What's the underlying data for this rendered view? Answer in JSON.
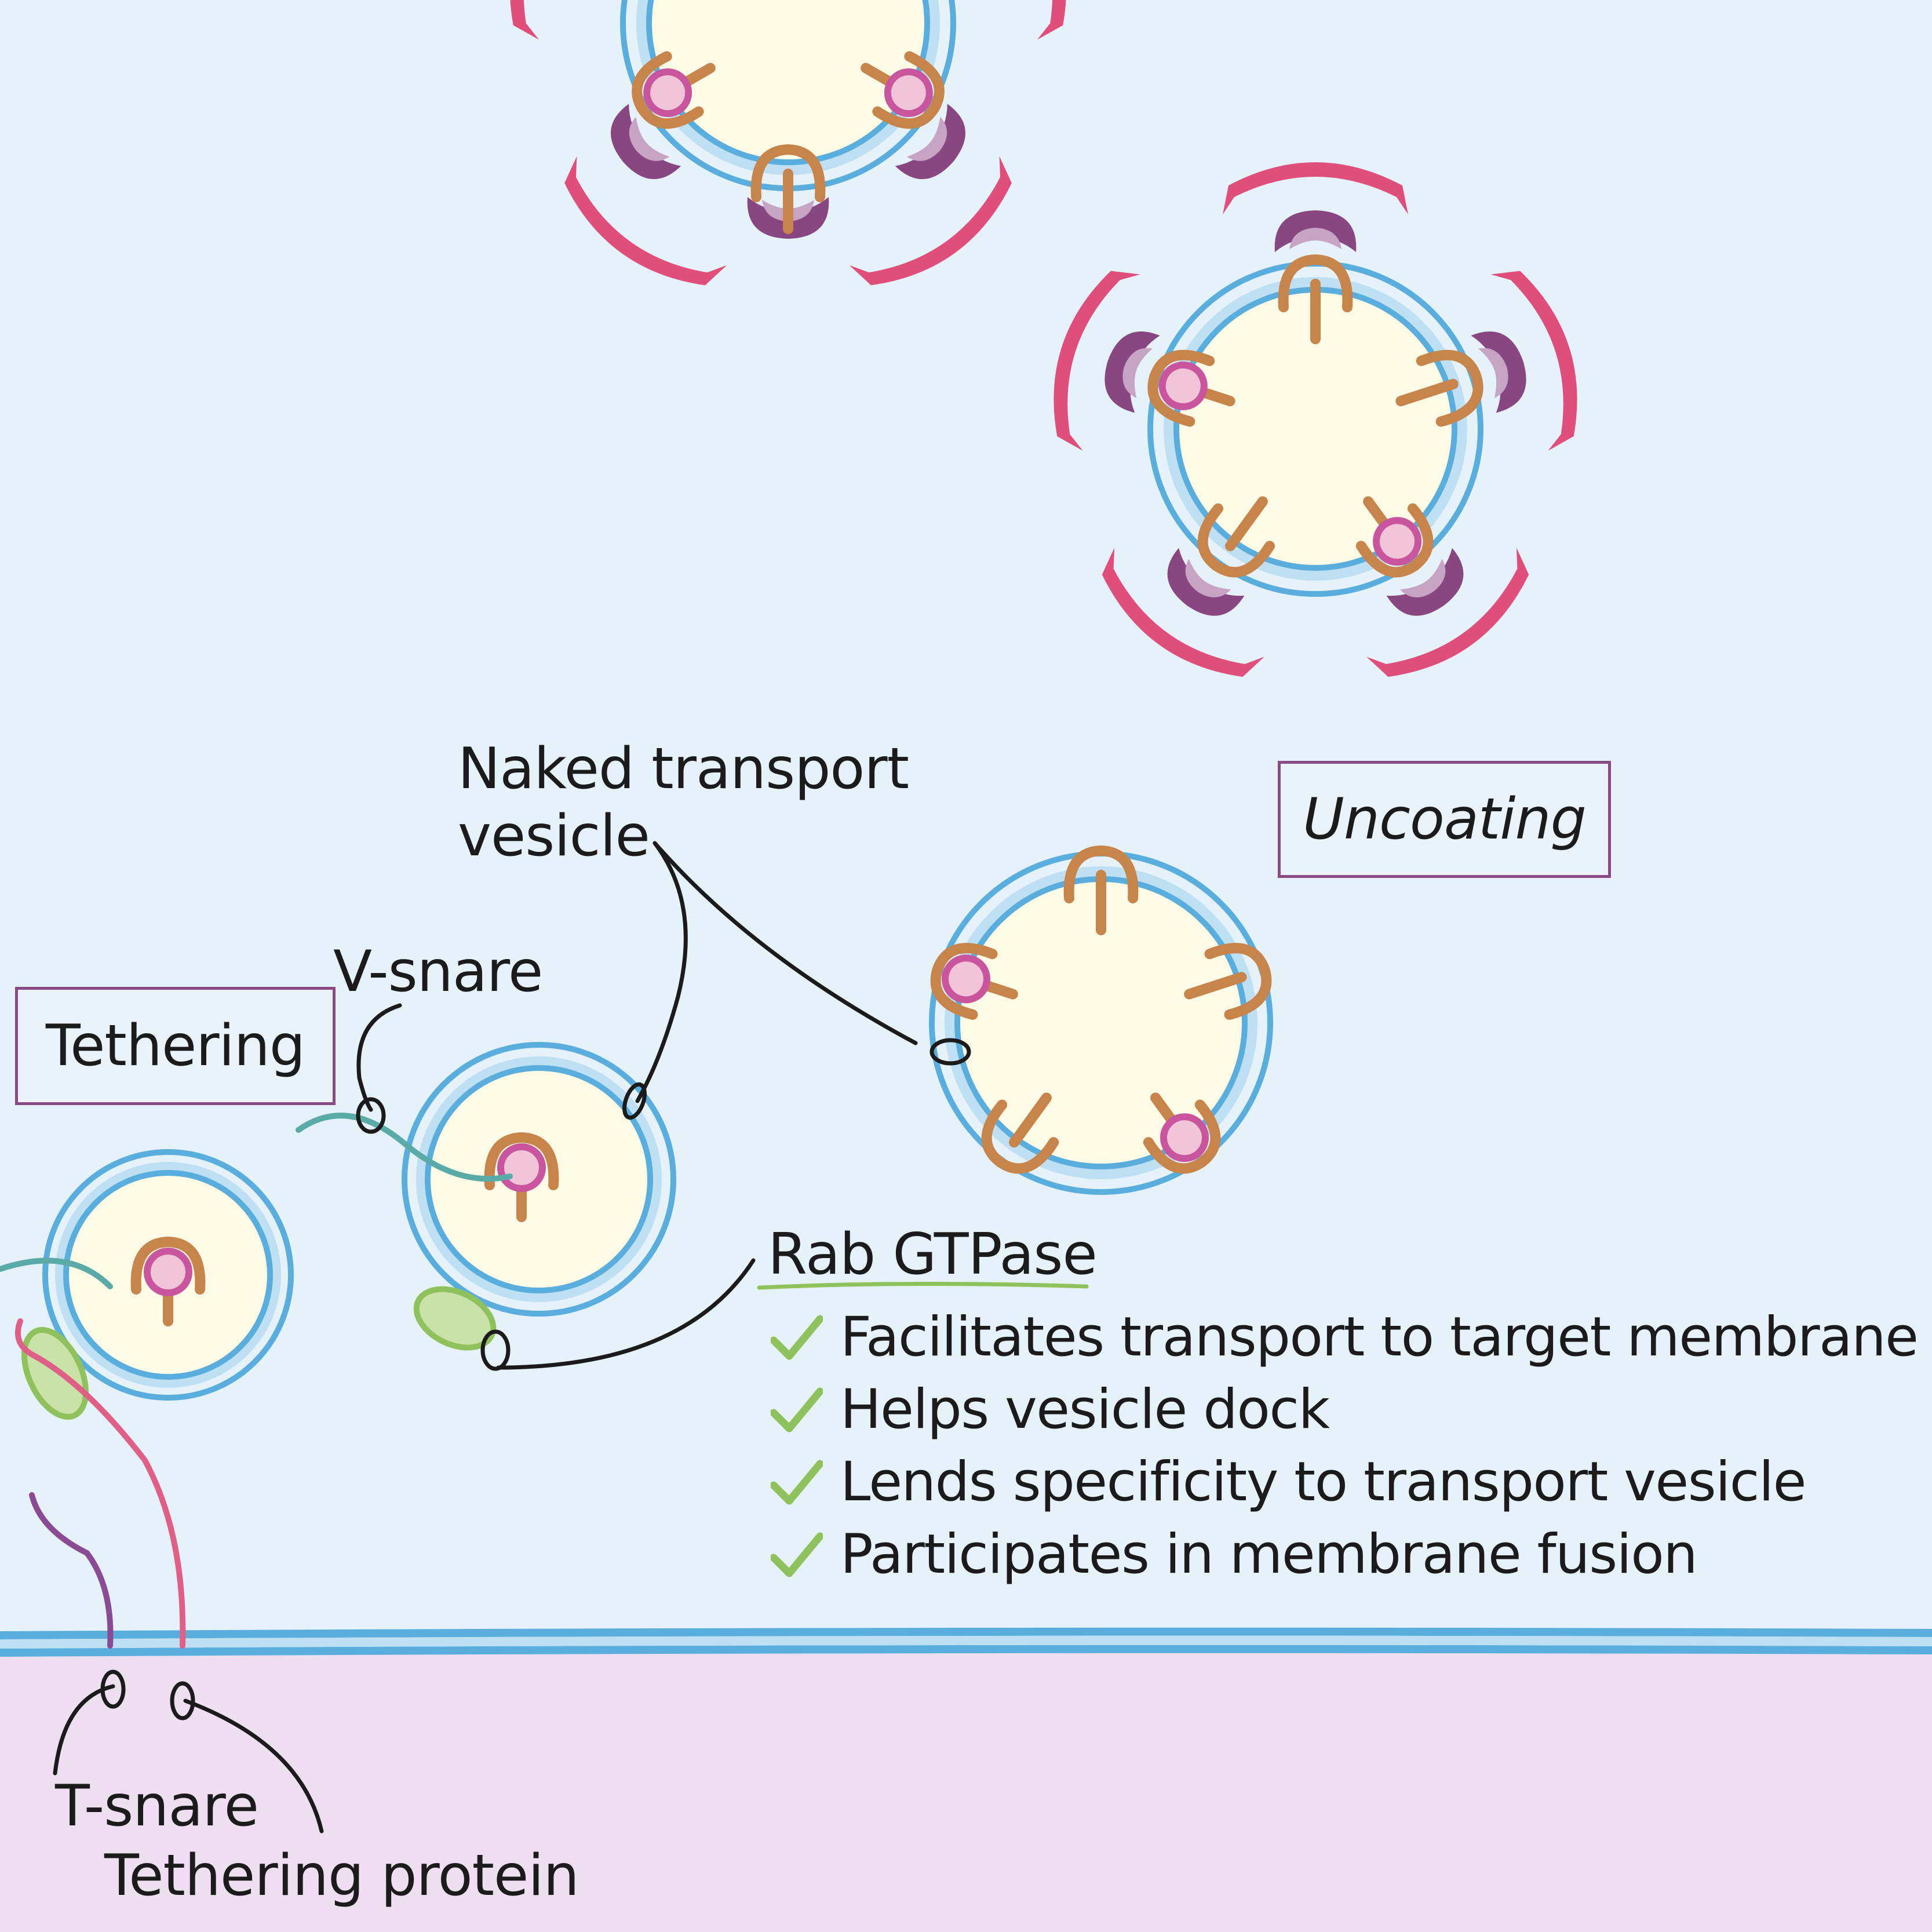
{
  "colors": {
    "cytosol": "#e6f2f9",
    "target_compartment": "#eddff0",
    "membrane_blue": "#5aaede",
    "vesicle_lumen": "#fdfbe6",
    "cargo_receptor": "#c7854c",
    "cargo_ring": "#c8559d",
    "cargo_fill": "#f2c4d8",
    "adaptor_dark": "#884780",
    "adaptor_light": "#c7a4c4",
    "clathrin": "#e04f7b",
    "rab": "#a8d47e",
    "v_snare": "#5aaaa8",
    "t_snare": "#8a4a94",
    "tether": "#e05f86",
    "check": "#8fc25c",
    "box_border": "#8a4a88"
  },
  "labels": {
    "naked_vesicle": [
      "Naked transport",
      "vesicle"
    ],
    "uncoating": "Uncoating",
    "tethering": "Tethering",
    "v_snare": "V-snare",
    "rab_gtpase": "Rab GTPase",
    "t_snare": "T-snare",
    "tethering_protein": "Tethering protein"
  },
  "rab_functions": [
    "Facilitates transport to target membrane",
    "Helps vesicle dock",
    "Lends specificity to transport vesicle",
    "Participates in membrane fusion"
  ]
}
